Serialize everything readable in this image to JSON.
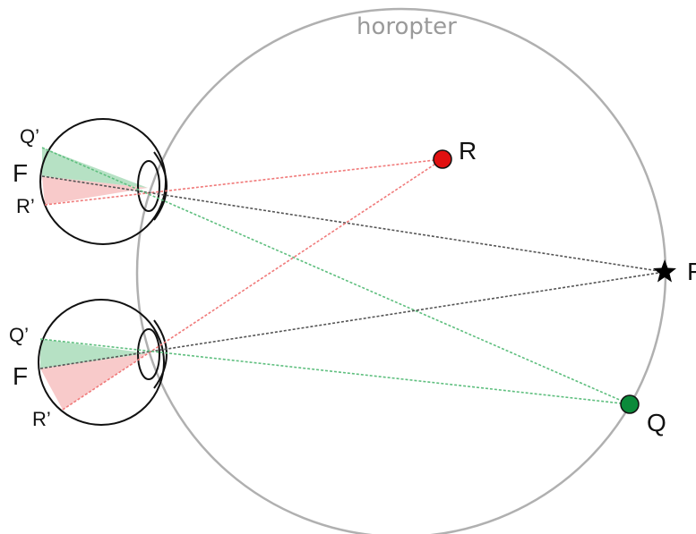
{
  "title": "horopter",
  "points": {
    "R": {
      "label": "R",
      "color": "#e01010"
    },
    "F": {
      "label": "F",
      "color": "#000000"
    },
    "Q": {
      "label": "Q",
      "color": "#0b8a3a"
    }
  },
  "top_eye": {
    "q_label": "Q’",
    "f_label": "F",
    "r_label": "R’"
  },
  "bottom_eye": {
    "q_label": "Q’",
    "f_label": "F",
    "r_label": "R’"
  },
  "colors": {
    "horopter": "#b0b0b0",
    "red_ray": "#f07a7a",
    "green_ray": "#5fbf7f",
    "black_ray": "#555555",
    "red_fill": "#f7c4c4",
    "green_fill": "#a9dcba",
    "eye_outline": "#111111"
  }
}
